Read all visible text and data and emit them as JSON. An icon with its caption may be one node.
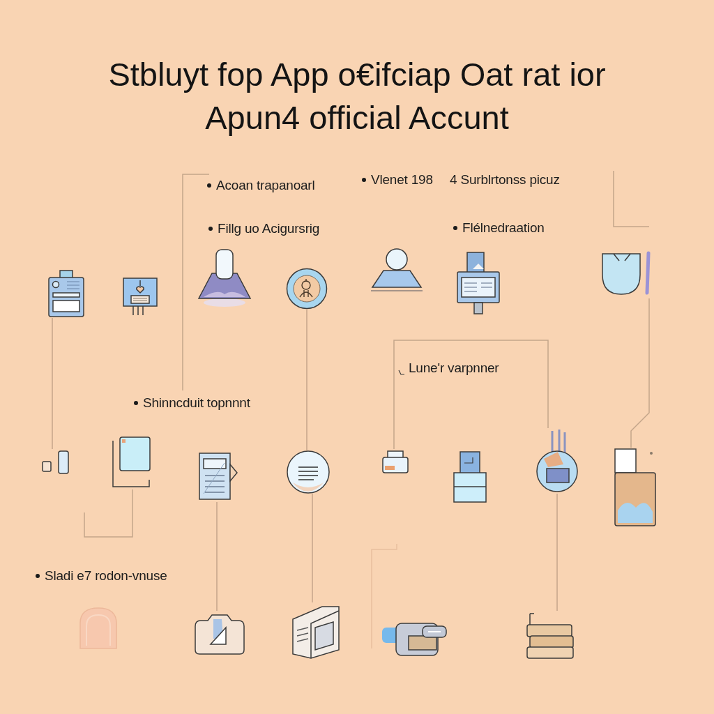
{
  "diagram": {
    "title": "Stbluyt fop App o€ifciap Oat rat ior Apun4 official Accunt",
    "nodes": [
      {
        "text": [],
        "shape": "picture"
      },
      {
        "text": [],
        "shape": "picture"
      },
      {
        "text": [],
        "shape": "picture"
      },
      {
        "text": [],
        "shape": "picture"
      },
      {
        "text": [],
        "shape": "picture"
      },
      {
        "text": [],
        "shape": "picture"
      },
      {
        "text": [],
        "shape": "picture"
      },
      {
        "text": [],
        "shape": "picture"
      },
      {
        "text": [],
        "shape": "picture"
      },
      {
        "text": [],
        "shape": "picture"
      },
      {
        "text": [],
        "shape": "picture"
      },
      {
        "text": [],
        "shape": "picture"
      },
      {
        "text": [],
        "shape": "picture"
      },
      {
        "text": [],
        "shape": "picture"
      },
      {
        "text": [],
        "shape": "picture"
      },
      {
        "text": [],
        "shape": "picture"
      },
      {
        "text": [],
        "shape": "picture"
      },
      {
        "text": [],
        "shape": "picture"
      },
      {
        "text": [],
        "shape": "picture"
      },
      {
        "text": [],
        "shape": "picture"
      }
    ],
    "edges": [
      {
        "from": 0,
        "to": 7,
        "arrow": "none"
      },
      {
        "from": 3,
        "to": 10,
        "arrow": "none"
      },
      {
        "from": 10,
        "to": 17,
        "arrow": "none"
      },
      {
        "from": 9,
        "to": 16,
        "arrow": "none"
      },
      {
        "from": 11,
        "to": 13,
        "arrow": "none"
      },
      {
        "from": 13,
        "to": 19,
        "arrow": "none"
      },
      {
        "from": 6,
        "to": 14,
        "arrow": "none"
      }
    ],
    "labels": [
      "Acoan trapanoarl",
      "Vlenet 198",
      "4 Surblrtonss picuz",
      "Fillg uo Acigursrig",
      "Flélnedraation",
      "Lune'r varpnner",
      "Shinncduit topnnnt",
      "Sladi e7 rodon-vnuse"
    ]
  }
}
